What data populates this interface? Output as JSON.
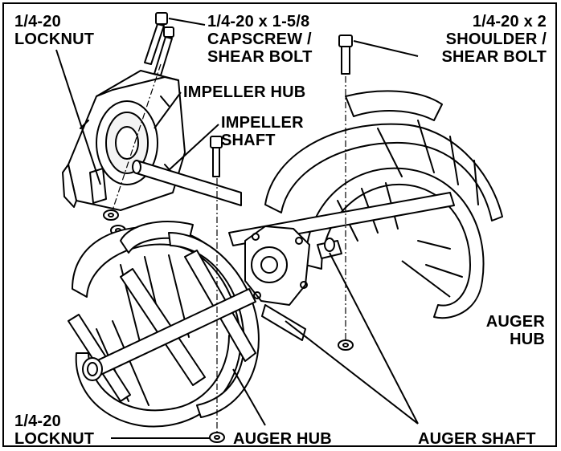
{
  "labels": {
    "locknut_top": "1/4-20\nLOCKNUT",
    "capscrew": "1/4-20 x 1-5/8\nCAPSCREW /\nSHEAR BOLT",
    "shoulder_bolt": "1/4-20 x 2\nSHOULDER /\nSHEAR BOLT",
    "impeller_hub": "IMPELLER HUB",
    "impeller_shaft": "IMPELLER\nSHAFT",
    "auger_hub_right": "AUGER\nHUB",
    "locknut_bottom": "1/4-20\nLOCKNUT",
    "auger_hub_bottom": "AUGER HUB",
    "auger_shaft": "AUGER SHAFT"
  }
}
